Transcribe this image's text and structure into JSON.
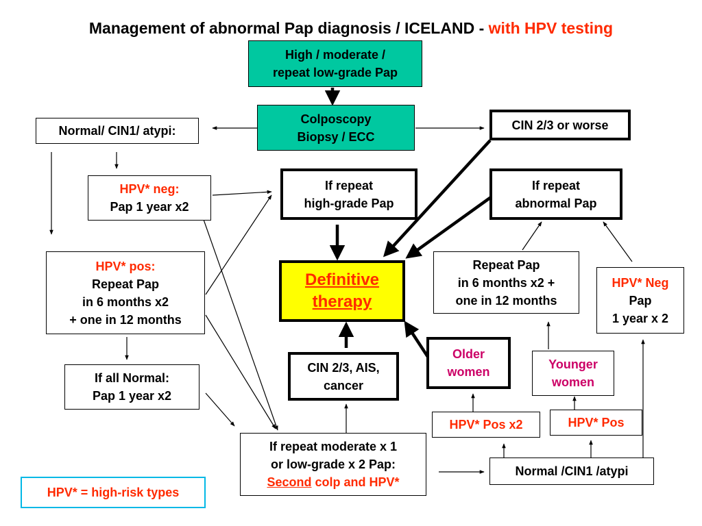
{
  "title": {
    "main": "Management of abnormal Pap diagnosis / ICELAND - ",
    "highlight": "with HPV testing"
  },
  "nodes": {
    "start": [
      "High / moderate /",
      "repeat low-grade Pap"
    ],
    "colposcopy": [
      "Colposcopy",
      "Biopsy / ECC"
    ],
    "normal_top": "Normal/ CIN1/ atypi:",
    "cin23": "CIN 2/3 or worse",
    "hpv_neg_left": {
      "label": "HPV* neg:",
      "text": "Pap 1 year x2"
    },
    "repeat_high": [
      "If repeat",
      "high-grade Pap"
    ],
    "repeat_abnormal": [
      "If repeat",
      "abnormal Pap"
    ],
    "hpv_pos_left": {
      "label": "HPV* pos:",
      "lines": [
        "Repeat Pap",
        "in 6 months x2",
        "+ one in 12 months"
      ]
    },
    "definitive": [
      "Definitive",
      "therapy"
    ],
    "repeat_pap_right": [
      "Repeat Pap",
      "in 6 months x2 +",
      "one in 12 months"
    ],
    "hpv_neg_right": {
      "label": "HPV* Neg",
      "lines": [
        "Pap",
        "1 year x 2"
      ]
    },
    "all_normal": [
      "If all Normal:",
      "Pap 1 year x2"
    ],
    "cin_ais": [
      "CIN 2/3, AIS,",
      "cancer"
    ],
    "older": [
      "Older",
      "women"
    ],
    "younger": [
      "Younger",
      "women"
    ],
    "hpv_pos_x2": "HPV* Pos x2",
    "hpv_pos": "HPV* Pos",
    "repeat_moderate": {
      "lines": [
        "If repeat moderate x 1",
        "or low-grade x 2 Pap:"
      ],
      "second": "Second",
      "rest": " colp and HPV*"
    },
    "normal_bottom": "Normal /CIN1 /atypi"
  },
  "legend": "HPV* = high-risk types",
  "colors": {
    "teal": "#00c8a0",
    "yellow": "#ffff00",
    "red": "#ff2a00",
    "magenta": "#cc0066",
    "legend_border": "#00b8e6"
  }
}
